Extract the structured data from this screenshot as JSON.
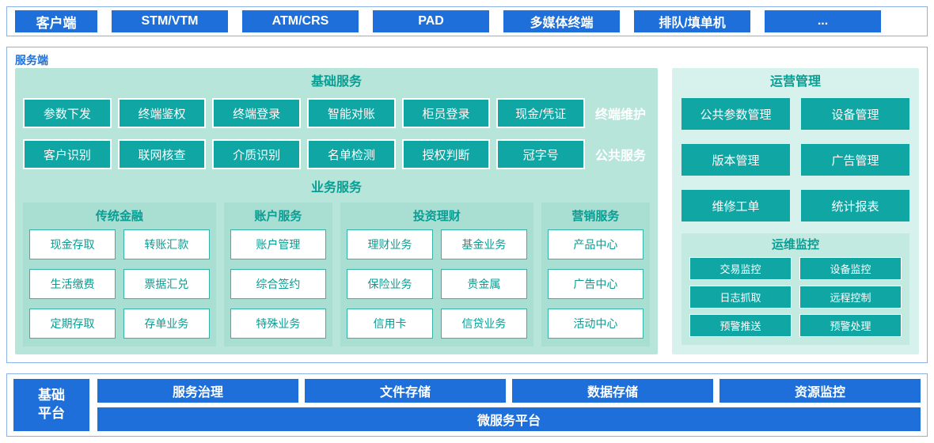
{
  "colors": {
    "primary_blue": "#1e6fd9",
    "teal": "#10a6a4",
    "mint_panel": "#b7e5da",
    "mint_group": "#a9ded2",
    "mint_light": "#d7f2ec",
    "border_blue": "#8ab1e8"
  },
  "client": {
    "label": "客户端",
    "items": [
      "STM/VTM",
      "ATM/CRS",
      "PAD",
      "多媒体终端",
      "排队/填单机",
      "..."
    ]
  },
  "server": {
    "label": "服务端",
    "basic_services": {
      "title": "基础服务",
      "rows": [
        {
          "items": [
            "参数下发",
            "终端鉴权",
            "终端登录",
            "智能对账",
            "柜员登录",
            "现金/凭证"
          ],
          "tag": "终端维护"
        },
        {
          "items": [
            "客户识别",
            "联网核查",
            "介质识别",
            "名单检测",
            "授权判断",
            "冠字号"
          ],
          "tag": "公共服务"
        }
      ]
    },
    "business_services": {
      "title": "业务服务",
      "groups": [
        {
          "title": "传统金融",
          "items": [
            "现金存取",
            "转账汇款",
            "生活缴费",
            "票据汇兑",
            "定期存取",
            "存单业务"
          ]
        },
        {
          "title": "账户服务",
          "items": [
            "账户管理",
            "综合签约",
            "特殊业务"
          ]
        },
        {
          "title": "投资理财",
          "items": [
            "理财业务",
            "基金业务",
            "保险业务",
            "贵金属",
            "信用卡",
            "信贷业务"
          ]
        },
        {
          "title": "营销服务",
          "items": [
            "产品中心",
            "广告中心",
            "活动中心"
          ]
        }
      ]
    },
    "operations": {
      "title": "运营管理",
      "items": [
        "公共参数管理",
        "设备管理",
        "版本管理",
        "广告管理",
        "维修工单",
        "统计报表"
      ],
      "monitoring": {
        "title": "运维监控",
        "items": [
          "交易监控",
          "设备监控",
          "日志抓取",
          "远程控制",
          "预警推送",
          "预警处理"
        ]
      }
    }
  },
  "platform": {
    "label": "基础平台",
    "items": [
      "服务治理",
      "文件存储",
      "数据存储",
      "资源监控"
    ],
    "bottom_bar": "微服务平台"
  }
}
